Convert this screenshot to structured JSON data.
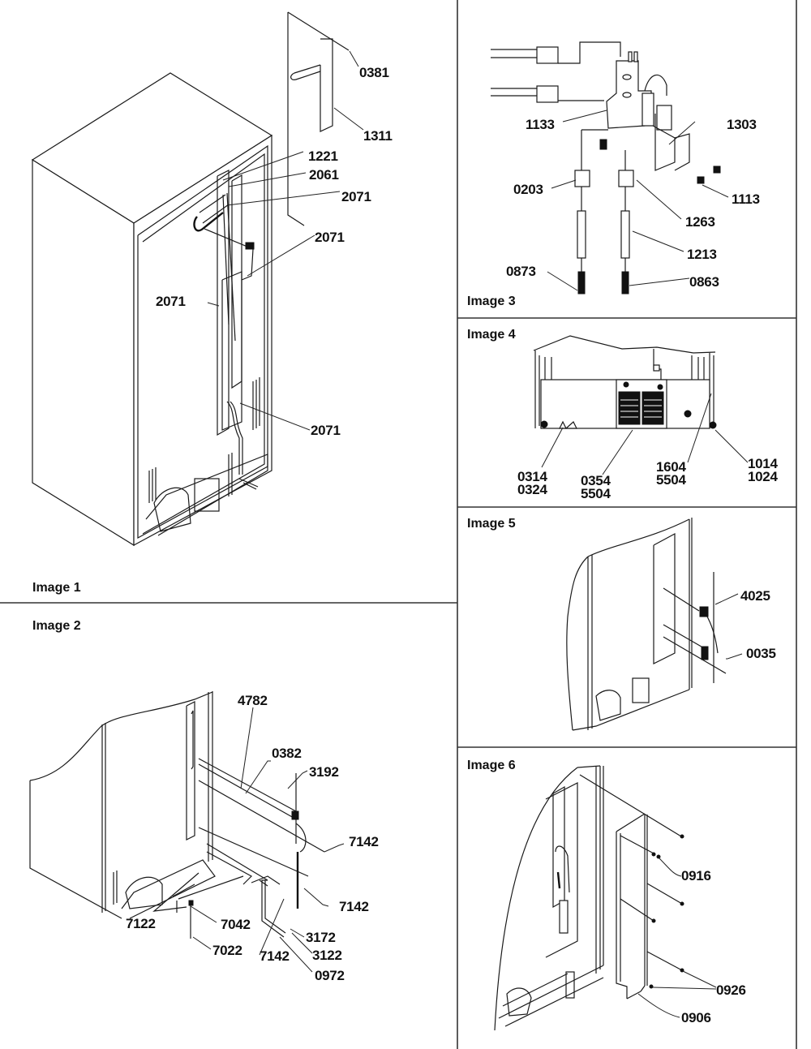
{
  "diagram": {
    "panels": [
      {
        "id": "image1",
        "title": "Image 1",
        "labels": [
          "0381",
          "1311",
          "1221",
          "2061",
          "2071",
          "2071",
          "2071",
          "2071"
        ]
      },
      {
        "id": "image2",
        "title": "Image 2",
        "labels": [
          "4782",
          "0382",
          "3192",
          "7142",
          "7142",
          "7142",
          "7122",
          "7042",
          "7022",
          "3172",
          "3122",
          "0972"
        ]
      },
      {
        "id": "image3",
        "title": "Image 3",
        "labels": [
          "1133",
          "1303",
          "0203",
          "1263",
          "1113",
          "1213",
          "0873",
          "0863"
        ]
      },
      {
        "id": "image4",
        "title": "Image 4",
        "labels": [
          "0314",
          "0324",
          "0354",
          "5504",
          "1604",
          "5504",
          "1014",
          "1024"
        ]
      },
      {
        "id": "image5",
        "title": "Image 5",
        "labels": [
          "4025",
          "0035"
        ]
      },
      {
        "id": "image6",
        "title": "Image 6",
        "labels": [
          "0916",
          "0926",
          "0906"
        ]
      }
    ]
  }
}
